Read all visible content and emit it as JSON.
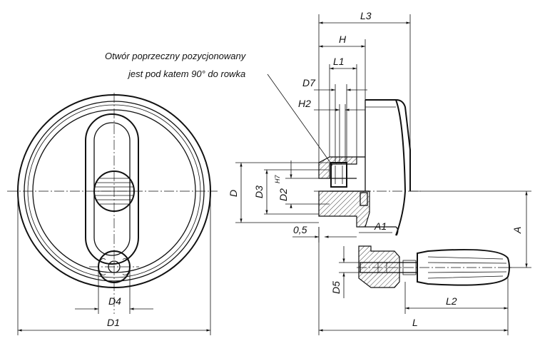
{
  "note": {
    "line1": "Otwór poprzeczny pozycjonowany",
    "line2": "jest pod katem 90° do rowka"
  },
  "dimensions": {
    "L3": "L3",
    "H": "H",
    "L1": "L1",
    "D7": "D7",
    "H2": "H2",
    "D": "D",
    "D3": "D3",
    "D2": "D2",
    "D2_tolerance": "H7",
    "offset": "0,5",
    "A1": "A1",
    "A": "A",
    "D5": "D5",
    "L2": "L2",
    "L": "L",
    "D4": "D4",
    "D1": "D1"
  },
  "views": {
    "front": "front-view",
    "side": "side-section-view"
  }
}
